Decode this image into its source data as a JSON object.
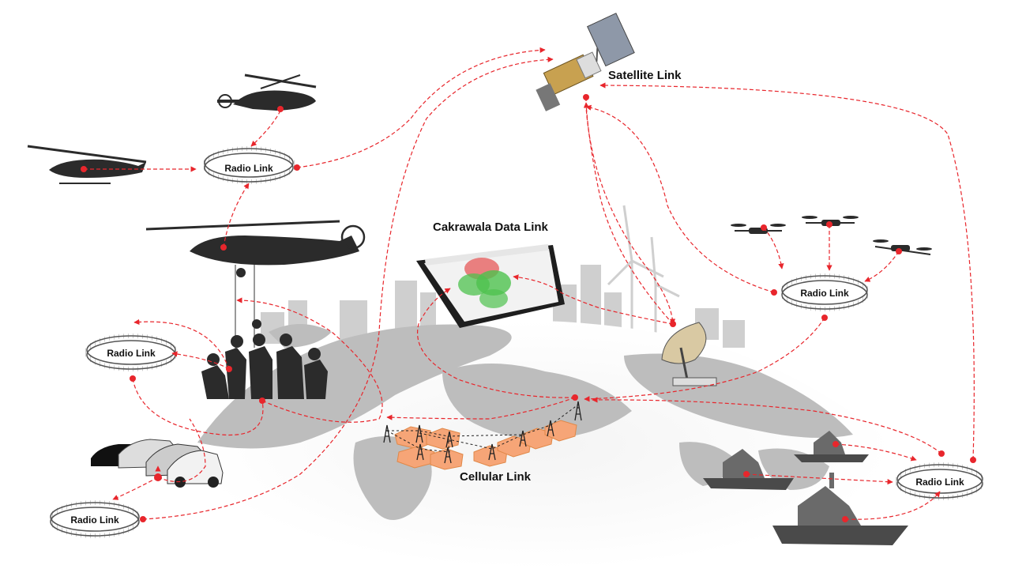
{
  "labels": {
    "satellite": "Satellite Link",
    "datalink": "Cakrawala Data Link",
    "cellular": "Cellular Link",
    "radio_air": "Radio Link",
    "radio_ground": "Radio Link",
    "radio_vehicle": "Radio Link",
    "radio_drone": "Radio Link",
    "radio_naval": "Radio Link"
  },
  "colors": {
    "link": "#e8262c",
    "silhouette": "#2b2b2b",
    "map": "#bdbdbd",
    "cell_zone": "#f6a577"
  },
  "icons": [
    "satellite-icon",
    "helicopter-icon",
    "soldier-icon",
    "car-icon",
    "tablet-icon",
    "drone-icon",
    "ship-icon",
    "dish-antenna-icon",
    "cell-tower-icon",
    "wind-turbine-icon",
    "city-skyline-icon",
    "world-map-icon"
  ]
}
